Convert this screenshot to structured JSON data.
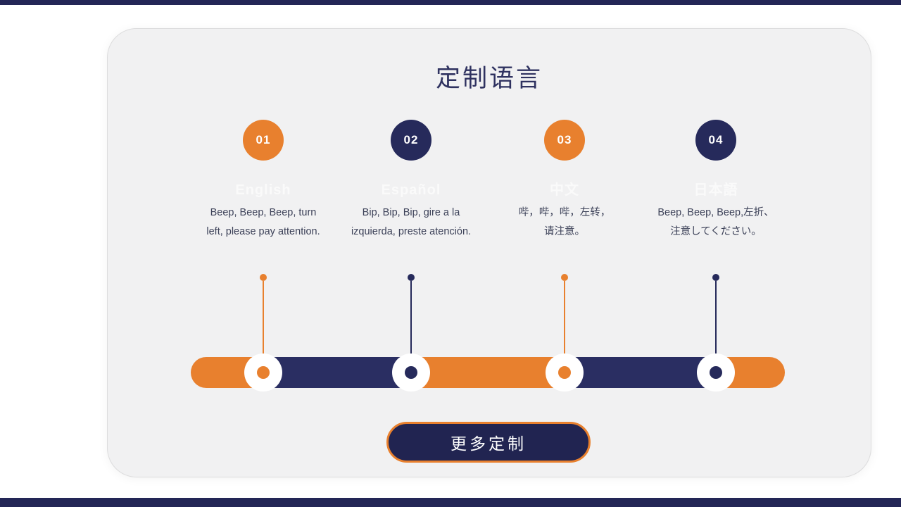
{
  "section": {
    "title": "定制语言",
    "button_label": "更多定制",
    "steps": [
      {
        "number": "01",
        "name": "English",
        "line1": "Beep, Beep, Beep, turn",
        "line2": "left, please pay attention."
      },
      {
        "number": "02",
        "name": "Español",
        "line1": "Bip, Bip, Bip, gire a la",
        "line2": "izquierda, preste atención."
      },
      {
        "number": "03",
        "name": "中文",
        "line1": "哔，哔，哔，左转，",
        "line2": "请注意。"
      },
      {
        "number": "04",
        "name": "日本語",
        "line1": "Beep, Beep, Beep,左折、",
        "line2": "注意してください。"
      }
    ],
    "colors": {
      "orange": "#E8802E",
      "navy": "#262A5B",
      "band": "#232656",
      "card_background": "#F1F1F2",
      "faint_label": "#FAFAFA",
      "title_text": "#2F3260",
      "description_text": "#3C4158",
      "button_background": "#212451"
    }
  }
}
